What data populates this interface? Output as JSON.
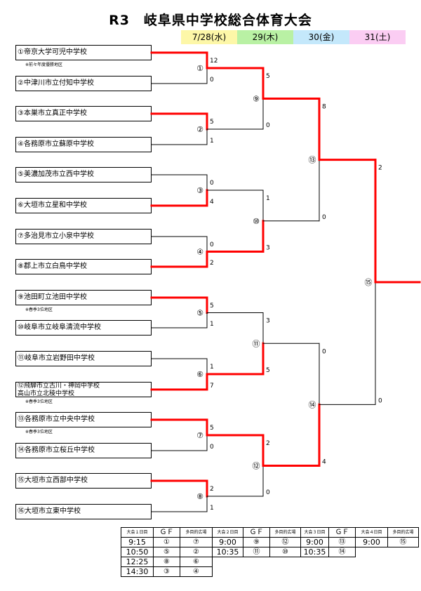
{
  "title": "R3　岐阜県中学校総合体育大会",
  "dates": [
    {
      "label": "7/28(水)",
      "color": "#fdf7a8"
    },
    {
      "label": "29(木)",
      "color": "#b9f1a4"
    },
    {
      "label": "30(金)",
      "color": "#c4e8fb"
    },
    {
      "label": "31(土)",
      "color": "#fbcdf3"
    }
  ],
  "teams": [
    {
      "name": "①帝京大学可児中学校",
      "note": "※前々年度優勝地区"
    },
    {
      "name": "②中津川市立付知中学校"
    },
    {
      "name": "③本巣市立真正中学校"
    },
    {
      "name": "④各務原市立蘇原中学校"
    },
    {
      "name": "⑤美濃加茂市立西中学校"
    },
    {
      "name": "⑥大垣市立星和中学校"
    },
    {
      "name": "⑦多治見市立小泉中学校"
    },
    {
      "name": "⑧郡上市立白鳥中学校"
    },
    {
      "name": "⑨池田町立池田中学校",
      "note": "※春季3位地区"
    },
    {
      "name": "⑩岐阜市立岐阜清流中学校"
    },
    {
      "name": "⑪岐阜市立岩野田中学校"
    },
    {
      "name": "⑫飛騨市立古川・神岡中学校",
      "name2": "高山市立北稜中学校",
      "note": "※春季3位地区"
    },
    {
      "name": "⑬各務原市立中央中学校",
      "note": "※春季3位地区"
    },
    {
      "name": "⑭各務原市立桜丘中学校"
    },
    {
      "name": "⑮大垣市立西部中学校"
    },
    {
      "name": "⑯大垣市立東中学校"
    }
  ],
  "matches": {
    "r1": [
      {
        "label": "①",
        "scores": [
          "12",
          "0"
        ],
        "winner": 0
      },
      {
        "label": "②",
        "scores": [
          "5",
          "1"
        ],
        "winner": 0
      },
      {
        "label": "③",
        "scores": [
          "0",
          "4"
        ],
        "winner": 1
      },
      {
        "label": "④",
        "scores": [
          "0",
          "2"
        ],
        "winner": 1
      },
      {
        "label": "⑤",
        "scores": [
          "5",
          "1"
        ],
        "winner": 0
      },
      {
        "label": "⑥",
        "scores": [
          "1",
          "7"
        ],
        "winner": 1
      },
      {
        "label": "⑦",
        "scores": [
          "5",
          "0"
        ],
        "winner": 0
      },
      {
        "label": "⑧",
        "scores": [
          "2",
          "1"
        ],
        "winner": 0
      }
    ],
    "r2": [
      {
        "label": "⑨",
        "scores": [
          "5",
          "0"
        ],
        "winner": 0
      },
      {
        "label": "⑩",
        "scores": [
          "1",
          "3"
        ],
        "winner": 1
      },
      {
        "label": "⑪",
        "scores": [
          "3",
          "5"
        ],
        "winner": 1
      },
      {
        "label": "⑫",
        "scores": [
          "2",
          "0"
        ],
        "winner": 0
      }
    ],
    "r3": [
      {
        "label": "⑬",
        "scores": [
          "8",
          "0"
        ],
        "winner": 0
      },
      {
        "label": "⑭",
        "scores": [
          "0",
          "4"
        ],
        "winner": 1
      }
    ],
    "final": {
      "label": "⑮",
      "scores": [
        "2",
        "0"
      ],
      "winner": 0
    }
  },
  "schedule": {
    "headers": [
      "大会１日目",
      "ＧＦ",
      "多目的広場",
      "大会２日目",
      "ＧＦ",
      "多目的広場",
      "大会３日目",
      "ＧＦ",
      "大会４日目",
      "多目的広場"
    ],
    "rows": [
      [
        "9:15",
        "①",
        "⑦",
        "9:00",
        "⑨",
        "⑫",
        "9:00",
        "⑬",
        "9:00",
        "⑮"
      ],
      [
        "10:50",
        "⑤",
        "②",
        "10:35",
        "⑪",
        "⑩",
        "10:35",
        "⑭",
        "",
        ""
      ],
      [
        "12:25",
        "⑧",
        "⑥",
        "",
        "",
        "",
        "",
        "",
        "",
        ""
      ],
      [
        "14:30",
        "③",
        "④",
        "",
        "",
        "",
        "",
        "",
        "",
        ""
      ]
    ]
  },
  "colors": {
    "winner": "#ff0000",
    "line": "#000000"
  }
}
